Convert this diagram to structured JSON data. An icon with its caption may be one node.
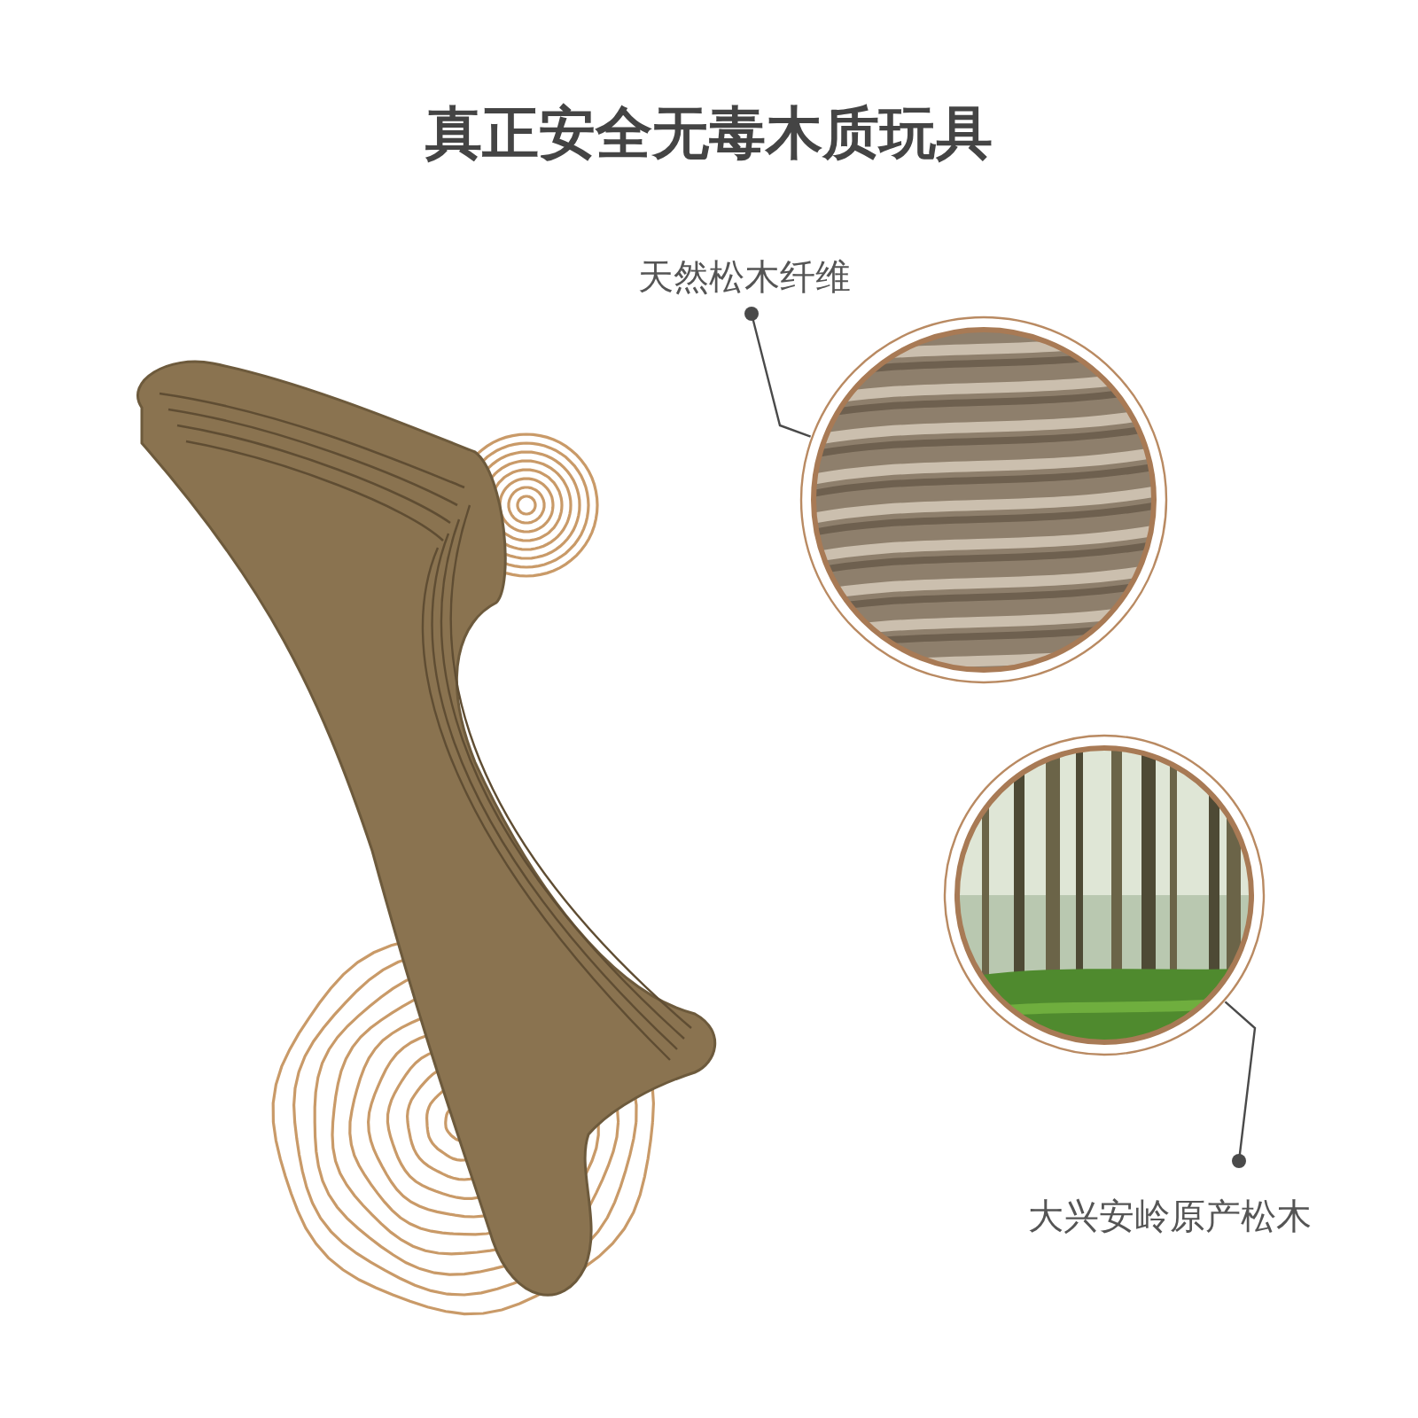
{
  "diagram": {
    "title": "真正安全无毒木质玩具",
    "nodes": [
      {
        "text": [
          "天然松木纤维"
        ]
      },
      {
        "text": [],
        "shape": "picture"
      },
      {
        "text": [],
        "shape": "picture"
      },
      {
        "text": [
          "大兴安岭原产松木"
        ]
      }
    ],
    "edges": [
      {
        "from": 0,
        "to": 1,
        "arrow": "other"
      },
      {
        "from": 3,
        "to": 2,
        "arrow": "other"
      }
    ]
  }
}
